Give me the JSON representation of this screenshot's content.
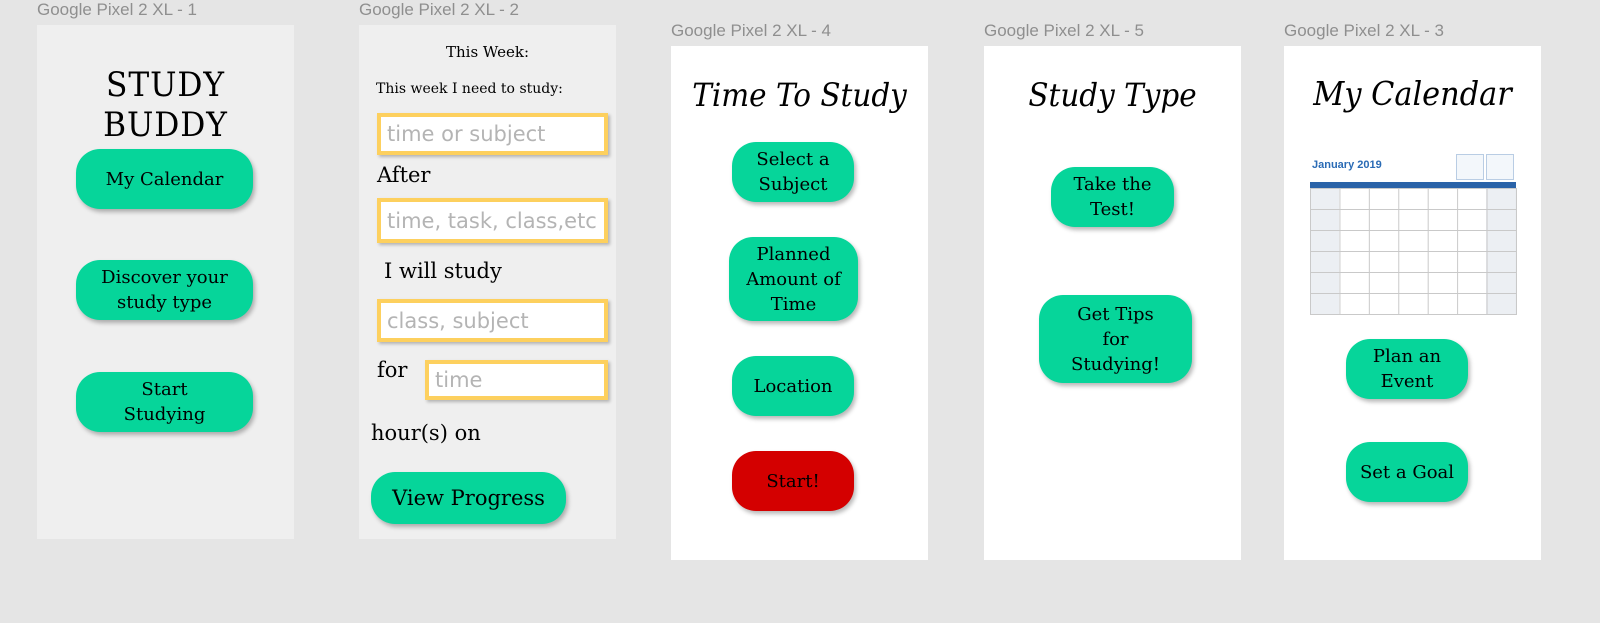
{
  "frames": {
    "f1": {
      "label": "Google Pixel 2 XL - 1",
      "title": "STUDY BUDDY",
      "buttons": [
        "My Calendar",
        "Discover your\nstudy type",
        "Start\nStudying"
      ]
    },
    "f2": {
      "label": "Google Pixel 2 XL - 2",
      "heading": "This Week:",
      "intro": "This week I need to study:",
      "input1_placeholder": "time or subject",
      "after_label": "After",
      "input2_placeholder": "time, task, class,etc",
      "will_study_label": "I will study",
      "input3_placeholder": "class, subject",
      "for_label": "for",
      "input4_placeholder": "time",
      "hours_label": "hour(s) on",
      "view_progress": "View Progress"
    },
    "f4": {
      "label": "Google Pixel 2 XL - 4",
      "title": "Time To Study",
      "buttons": [
        "Select a\nSubject",
        "Planned\nAmount of\nTime",
        "Location"
      ],
      "start": "Start!"
    },
    "f5": {
      "label": "Google Pixel 2 XL - 5",
      "title": "Study Type",
      "buttons": [
        "Take the\nTest!",
        "Get Tips\nfor\nStudying!"
      ]
    },
    "f3": {
      "label": "Google Pixel 2 XL - 3",
      "title": "My Calendar",
      "calendar_month": "January 2019",
      "buttons": [
        "Plan an\nEvent",
        "Set a Goal"
      ]
    }
  },
  "colors": {
    "canvas": "#e5e5e5",
    "button_green": "#06d59a",
    "button_red": "#d40000",
    "input_border": "#fdd05e"
  }
}
